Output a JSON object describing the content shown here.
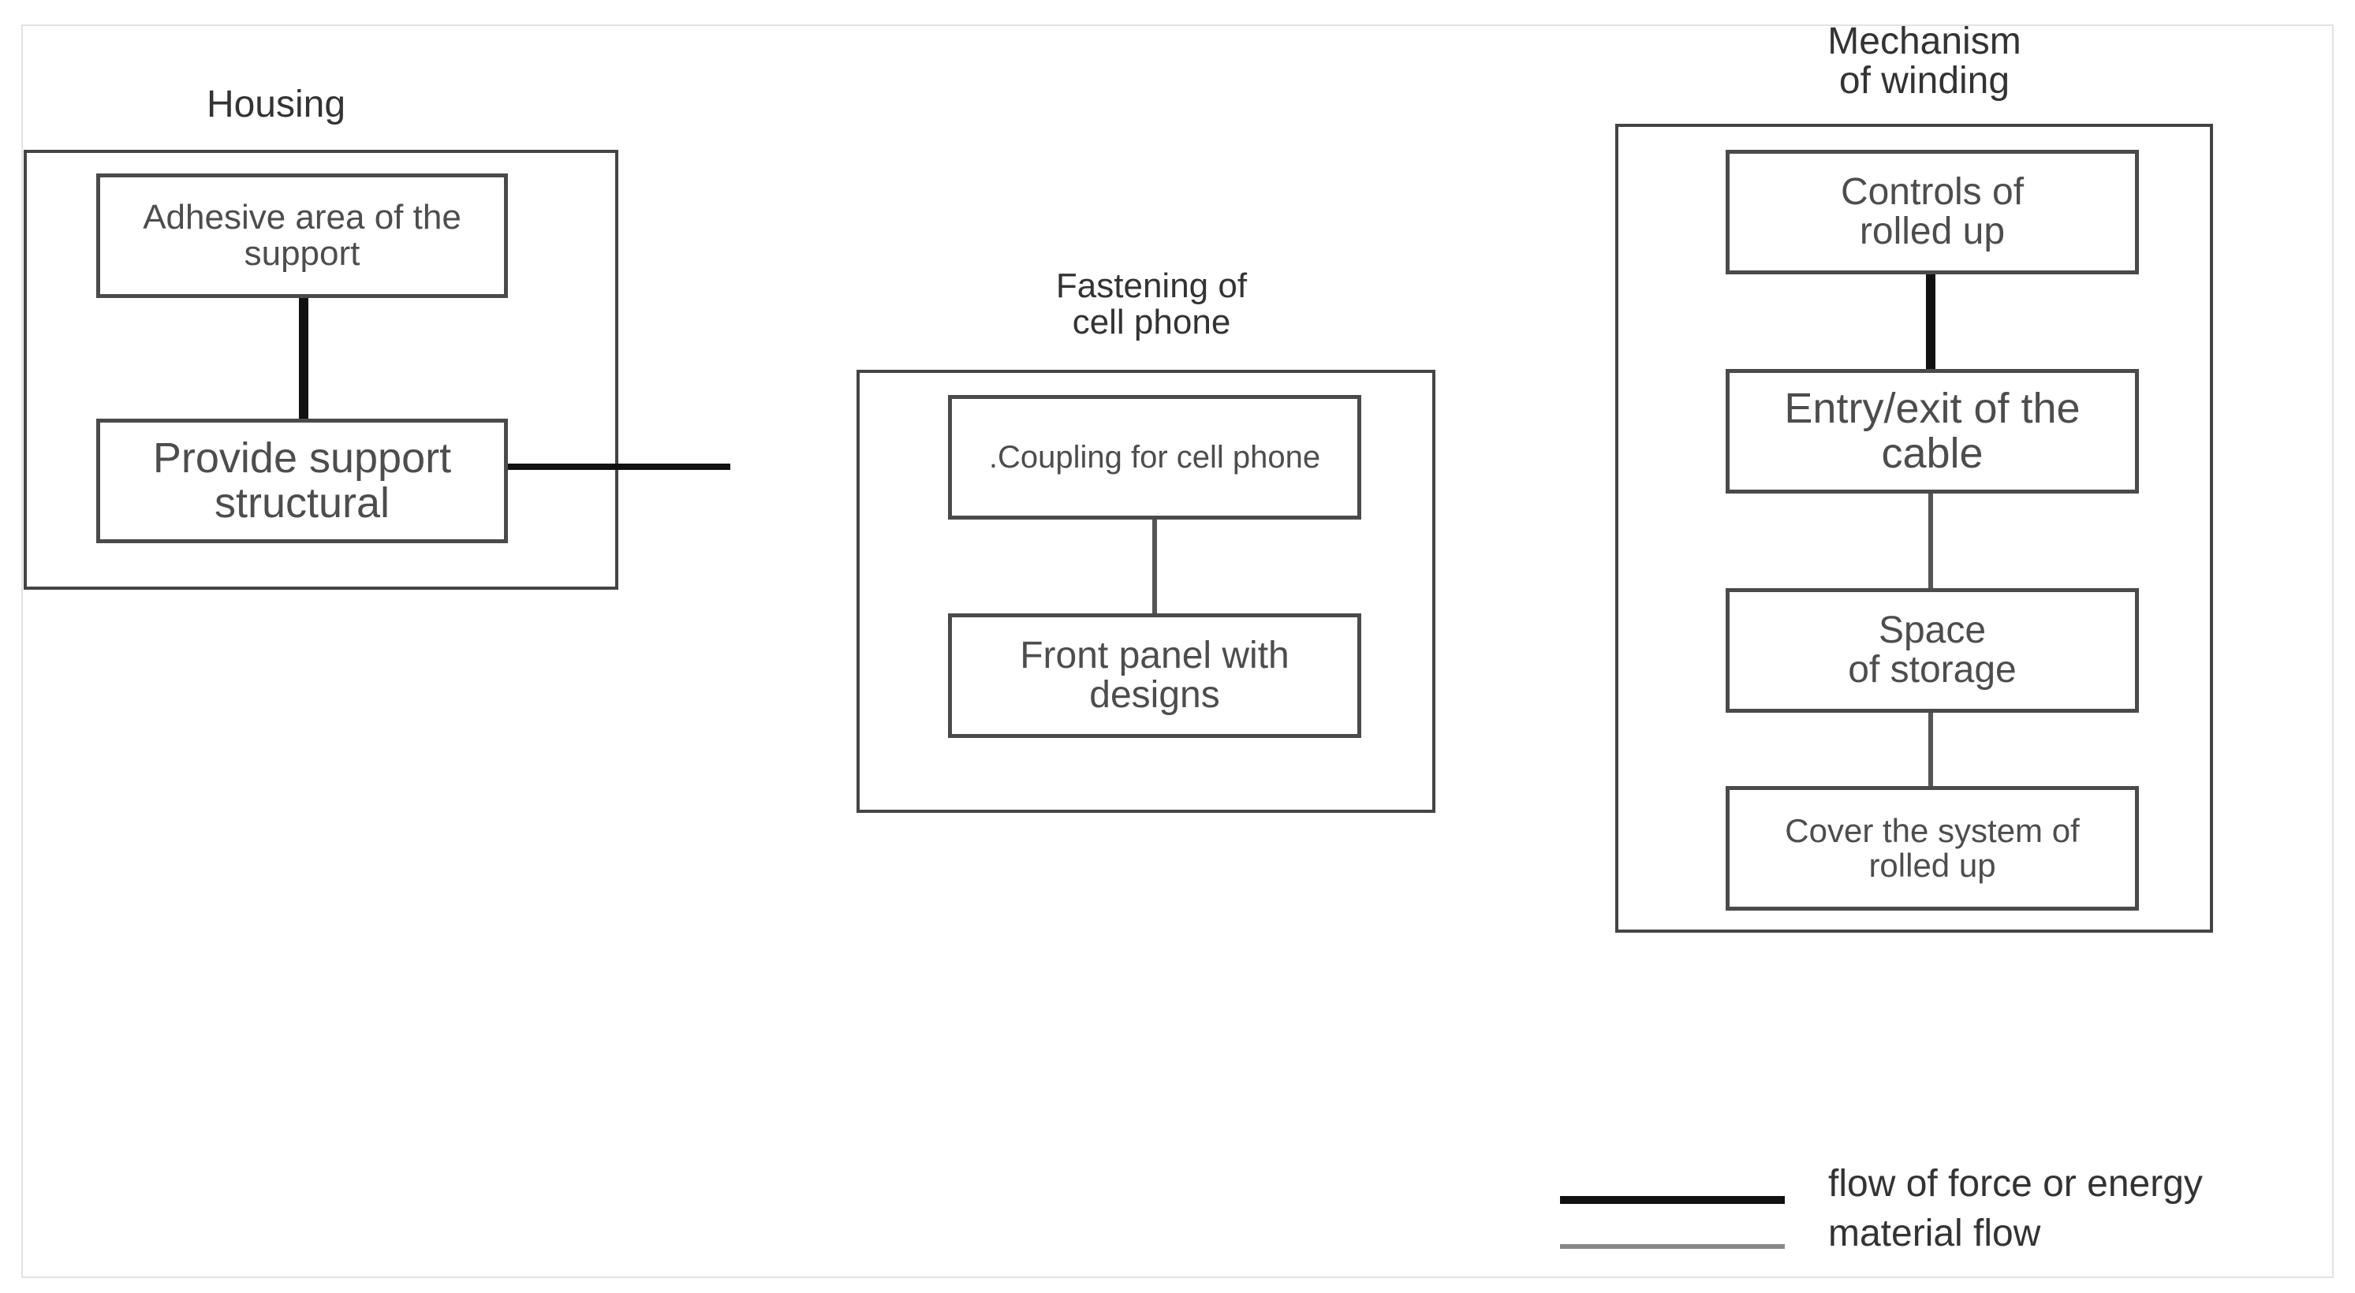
{
  "groups": {
    "housing": {
      "title": "Housing",
      "box1": "Adhesive area of the\nsupport",
      "box2": "Provide support\nstructural"
    },
    "fastening": {
      "title": "Fastening of\ncell phone",
      "box1": ".Coupling for cell phone",
      "box2": "Front panel with\ndesigns"
    },
    "winding": {
      "title": "Mechanism\nof winding",
      "box1": "Controls of\nrolled up",
      "box2": "Entry/exit of the\ncable",
      "box3": "Space\nof storage",
      "box4": "Cover the system of\nrolled up"
    }
  },
  "legend": {
    "force_label": "flow of force or energy",
    "material_label": "material flow"
  },
  "colors": {
    "force_line": "#111111",
    "material_line": "#888888",
    "box_border": "#4a4a4a"
  }
}
